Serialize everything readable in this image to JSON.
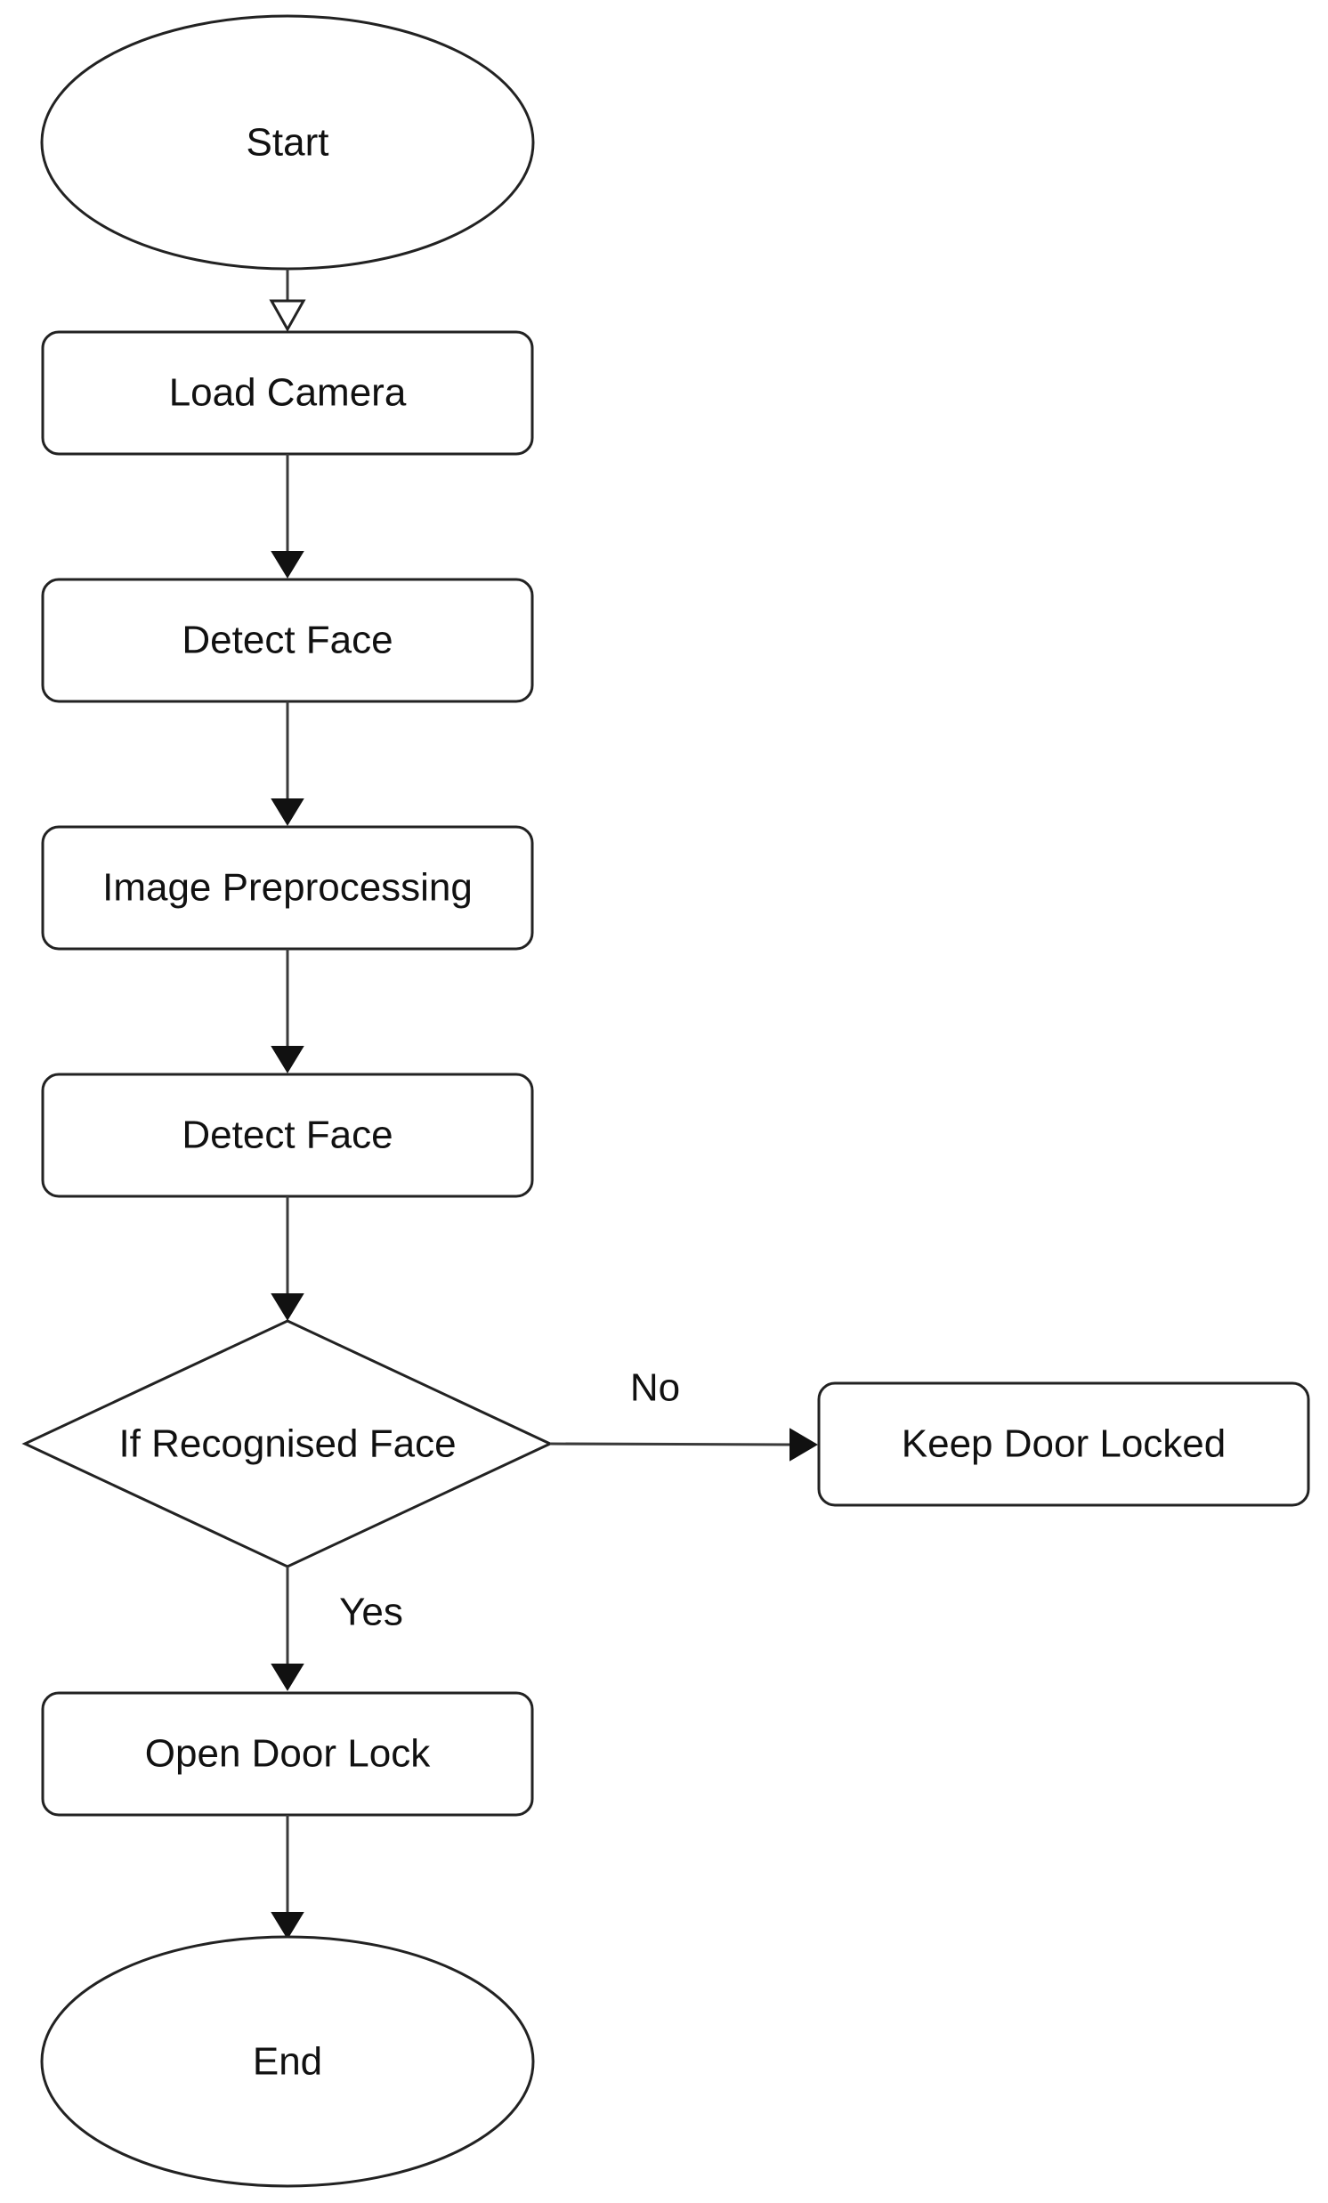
{
  "nodes": {
    "start": "Start",
    "load_camera": "Load Camera",
    "detect_face_1": "Detect Face",
    "image_preprocessing": "Image Preprocessing",
    "detect_face_2": "Detect Face",
    "decision": "If Recognised Face",
    "keep_locked": "Keep Door Locked",
    "open_lock": "Open Door Lock",
    "end": "End"
  },
  "edges": {
    "no_label": "No",
    "yes_label": "Yes"
  }
}
